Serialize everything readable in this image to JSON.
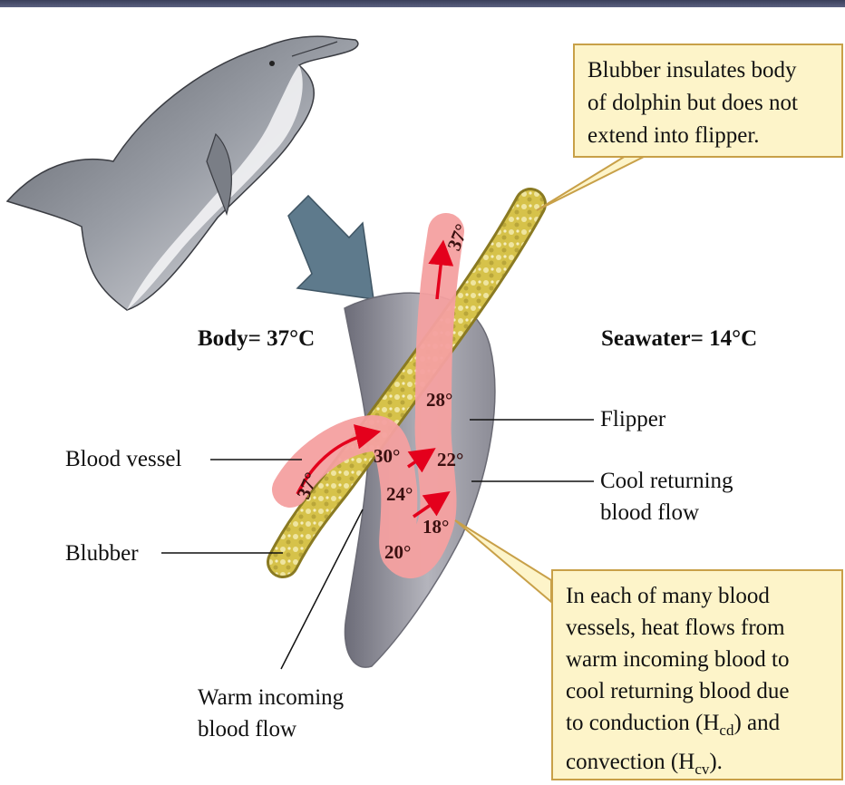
{
  "labels": {
    "body": "Body= 37°C",
    "seawater": "Seawater= 14°C",
    "blood_vessel": "Blood vessel",
    "blubber": "Blubber",
    "flipper": "Flipper",
    "cool_returning_1": "Cool returning",
    "cool_returning_2": "blood flow",
    "warm_incoming_1": "Warm incoming",
    "warm_incoming_2": "blood flow"
  },
  "callouts": {
    "top": {
      "line1": "Blubber insulates body",
      "line2": "of dolphin but does not",
      "line3": "extend into flipper."
    },
    "bottom": {
      "line1": "In each of many blood",
      "line2": "vessels, heat flows from",
      "line3": "warm incoming blood to",
      "line4": "cool returning blood due",
      "line5_pre": "to conduction (H",
      "line5_sub": "cd",
      "line5_post": ") and",
      "line6_pre": "convection (H",
      "line6_sub": "cv",
      "line6_post": ")."
    }
  },
  "temperatures": {
    "entry": "37°",
    "exit": "37°",
    "t28": "28°",
    "t30": "30°",
    "t22": "22°",
    "t24": "24°",
    "t18": "18°",
    "t20": "20°"
  },
  "colors": {
    "blood": "#f4a0a0",
    "arrow": "#e4001c",
    "blubber": "#d8c64a",
    "callout_bg": "#fdf4c9",
    "callout_border": "#c8a048",
    "big_arrow": "#5e7a8c",
    "flipper": "#9a9aa4"
  }
}
